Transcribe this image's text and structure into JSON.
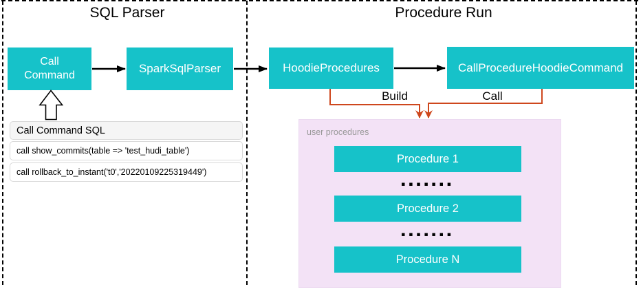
{
  "sections": {
    "sql_parser": {
      "title": "SQL Parser"
    },
    "procedure_run": {
      "title": "Procedure Run"
    }
  },
  "nodes": {
    "call_command": "Call\nCommand",
    "spark_sql_parser": "SparkSqlParser",
    "hoodie_procedures": "HoodieProcedures",
    "call_procedure_hoodie_command": "CallProcedureHoodieCommand"
  },
  "connector_labels": {
    "build": "Build",
    "call": "Call"
  },
  "sql_panel": {
    "header": "Call Command SQL",
    "rows": [
      "call show_commits(table => 'test_hudi_table')",
      "call rollback_to_instant('t0','20220109225319449')"
    ]
  },
  "user_procedures": {
    "label": "user procedures",
    "items": [
      "Procedure 1",
      "Procedure 2",
      "Procedure N"
    ],
    "dots": "▪▪▪▪▪▪▪"
  },
  "colors": {
    "node_teal": "#16C2C9",
    "panel_pink": "#F3E2F6",
    "connector_orange": "#CE471D",
    "arrow_black": "#000000"
  }
}
